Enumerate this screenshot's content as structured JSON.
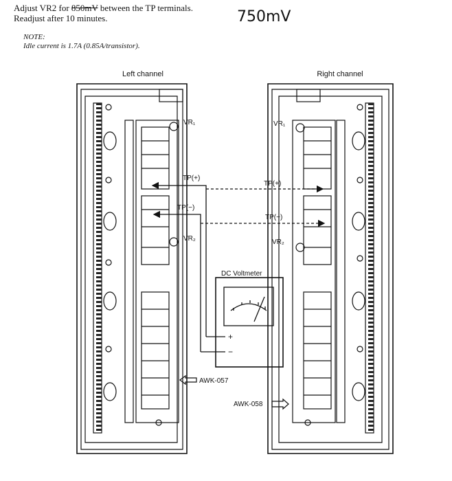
{
  "instruction": {
    "line1_prefix": "Adjust VR2 for ",
    "line1_struck": "850mV",
    "line1_suffix": " between the TP terminals.",
    "line2": "Readjust after 10 minutes.",
    "correction": "750mV"
  },
  "note": {
    "heading": "NOTE:",
    "body": "Idle current is 1.7A (0.85A/transistor)."
  },
  "diagram": {
    "left_channel": "Left channel",
    "right_channel": "Right channel",
    "vr1": "VR₁",
    "vr2": "VR₂",
    "tp_plus": "TP(+)",
    "tp_minus": "TP(−)",
    "meter_label": "DC Voltmeter",
    "meter_plus": "+",
    "meter_minus": "−",
    "board_left": "AWK-057",
    "board_right": "AWK-058"
  }
}
